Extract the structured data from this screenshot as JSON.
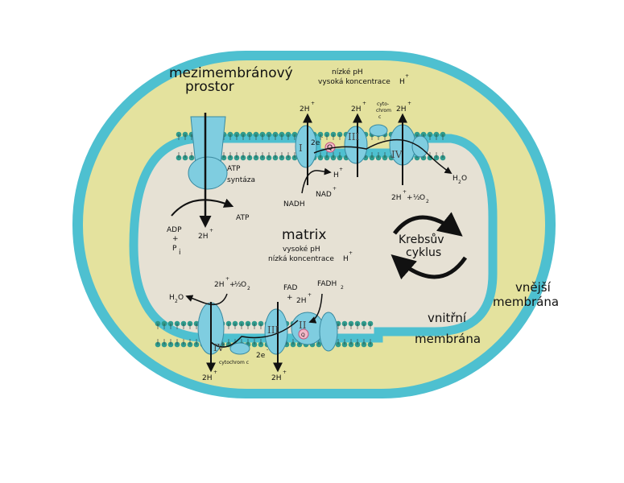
{
  "labels": {
    "intermembrane_1": "mezimembránový",
    "intermembrane_2": "prostor",
    "low_ph": "nízké pH",
    "high_conc": "vysoká koncentrace",
    "h_plus": "H",
    "plus_sup": "+",
    "h2_top_1": "2H",
    "h2_top_2": "2H",
    "h2_top_3": "2H",
    "cytochrom_top_1": "cyto-",
    "cytochrom_top_2": "chrom",
    "cytochrom_top_3": "c",
    "two_e_top": "2e",
    "minus_sup": "-",
    "complex_I": "I",
    "complex_III_top": "III",
    "complex_IV_top": "IV",
    "q_top": "Q",
    "atp_synthase_1": "ATP",
    "atp_synthase_2": "syntáza",
    "nadh": "NADH",
    "nad": "NAD",
    "h_out_top": "H",
    "water_top_h": "H",
    "water_top_sub": "2",
    "water_top_o": "O",
    "two_h_half_o2_top": "2H",
    "half_frac": "½",
    "o2_o": "O",
    "o2_sub": "2",
    "adp": "ADP",
    "plus_sign": "+",
    "p": "P",
    "i_sub": "i",
    "two_h_synth": "2H",
    "atp": "ATP",
    "matrix": "matrix",
    "high_ph": "vysoké pH",
    "low_conc": "nízká koncentrace",
    "krebs_1": "Krebsův",
    "krebs_2": "cyklus",
    "water_bot_h": "H",
    "water_bot_sub": "2",
    "water_bot_o": "O",
    "two_h_half_o2_bot": "2H",
    "fad": "FAD",
    "fad_plus": "+",
    "two_h_fad": "2H",
    "fadh2": "FADH",
    "fadh2_sub": "2",
    "complex_IV_bot": "IV",
    "complex_III_bot": "III",
    "complex_II": "II",
    "q_bot": "Q",
    "cytochrom_bot": "cytochrom  c",
    "two_e_bot": "2e",
    "h2_bot_1": "2H",
    "h2_bot_2": "2H",
    "outer_1": "vnější",
    "outer_2": "membrána",
    "inner_1": "vnitřní",
    "inner_2": "membrána"
  },
  "colors": {
    "outer_ring": "#4ec0d0",
    "intermembrane": "#e4e29e",
    "matrix": "#e6e1d4",
    "protein": "#7fcde0",
    "lipid_head": "#2f9a8c",
    "quinone": "#f2b8c8"
  }
}
